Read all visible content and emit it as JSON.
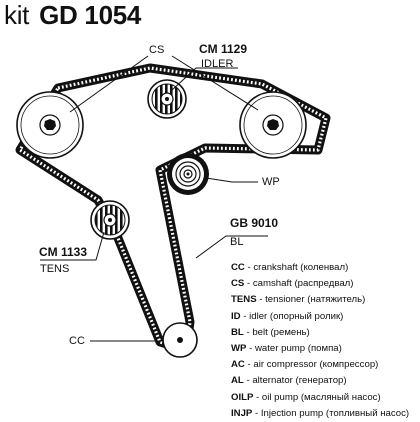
{
  "title": {
    "prefix": "kit",
    "number": "GD 1054"
  },
  "labels": {
    "cs": "CS",
    "cm1129_code": "CM  1129",
    "cm1129_role": "IDLER",
    "wp": "WP",
    "gb9010_code": "GB 9010",
    "gb9010_role": "BL",
    "cm1133_code": "CM  1133",
    "cm1133_role": "TENS",
    "cc": "CC"
  },
  "legend": [
    {
      "code": "CC",
      "text": " - crankshaft (коленвал)"
    },
    {
      "code": "CS",
      "text": " - camshaft (распредвал)"
    },
    {
      "code": "TENS",
      "text": " - tensioner (натяжитель)"
    },
    {
      "code": "ID",
      "text": " - idler (опорный ролик)"
    },
    {
      "code": "BL",
      "text": " - belt (ремень)"
    },
    {
      "code": "WP",
      "text": " - water pump (помпа)"
    },
    {
      "code": "AC",
      "text": " - air compressor (компрессор)"
    },
    {
      "code": "AL",
      "text": " - alternator (генератор)"
    },
    {
      "code": "OILP",
      "text": " - oil pump (масляный насос)"
    },
    {
      "code": "INJP",
      "text": " - Injection pump (топливный насос)"
    }
  ]
}
